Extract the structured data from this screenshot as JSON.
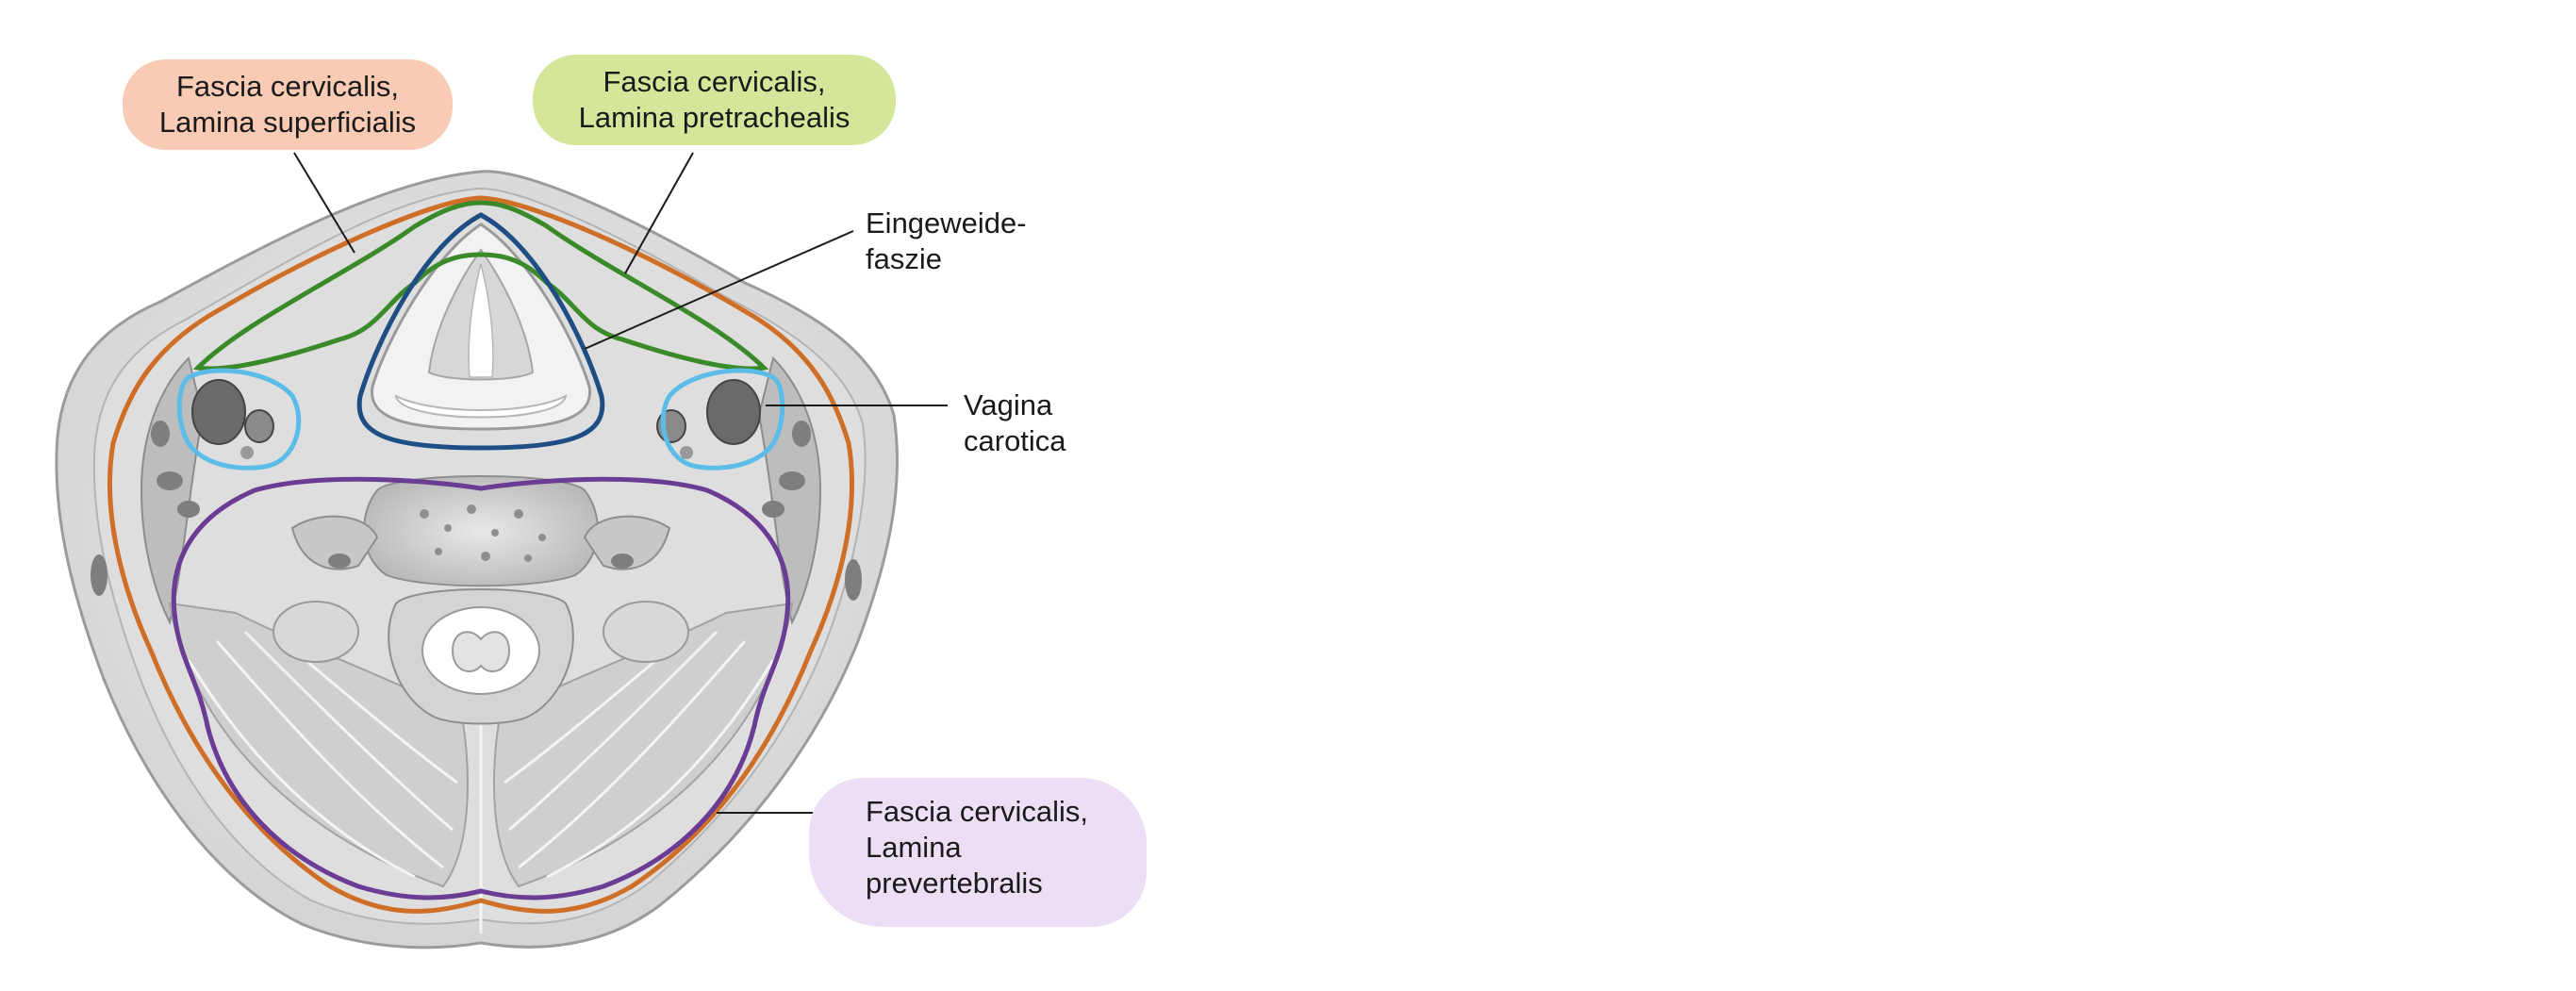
{
  "labels": {
    "superficialis": {
      "line1": "Fascia cervicalis,",
      "line2": "Lamina superficialis"
    },
    "pretrachealis": {
      "line1": "Fascia cervicalis,",
      "line2": "Lamina pretrachealis"
    },
    "eingeweide": {
      "line1": "Eingeweide-",
      "line2": "faszie"
    },
    "carotica": {
      "line1": "Vagina",
      "line2": "carotica"
    },
    "prevertebralis": {
      "line1": "Fascia cervicalis,",
      "line2": "Lamina",
      "line3": "prevertebralis"
    }
  },
  "colors": {
    "superficialis_bubble": "#f9cbb4",
    "pretrachealis_bubble": "#d3e69a",
    "prevertebralis_bubble": "#ecdff5",
    "superficialis_line": "#cf6f27",
    "pretrachealis_line": "#3b8a2a",
    "eingeweide_line": "#1f4e84",
    "carotica_line": "#5bbce8",
    "prevertebralis_line": "#6a3c93"
  }
}
